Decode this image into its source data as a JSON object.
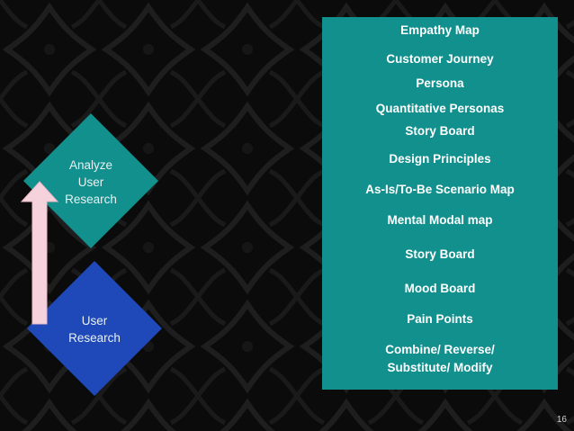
{
  "colors": {
    "background": "#0b0b0b",
    "pattern": "#1e1e1e",
    "panel": "#12908e",
    "analyze_diamond": "#12908e",
    "research_diamond": "#1f48b8",
    "arrow_fill": "#f6d3dc",
    "panel_text": "#ffffff",
    "diamond_text": "#e8f1f1"
  },
  "diagram": {
    "nodes": [
      {
        "id": "user-research",
        "label_lines": [
          "User",
          "Research"
        ]
      },
      {
        "id": "analyze-user-research",
        "label_lines": [
          "Analyze",
          "User",
          "Research"
        ]
      }
    ],
    "edges": [
      {
        "from": "user-research",
        "to": "analyze-user-research"
      }
    ]
  },
  "panel": {
    "items": [
      "Empathy Map",
      "Customer Journey",
      "Persona",
      "Quantitative Personas",
      "Story Board",
      "Design Principles",
      "As-Is/To-Be Scenario Map",
      "Mental Modal map",
      "Story Board",
      "Mood Board",
      "Pain Points",
      "Combine/ Reverse/",
      "Substitute/ Modify"
    ]
  },
  "page_number": "16"
}
